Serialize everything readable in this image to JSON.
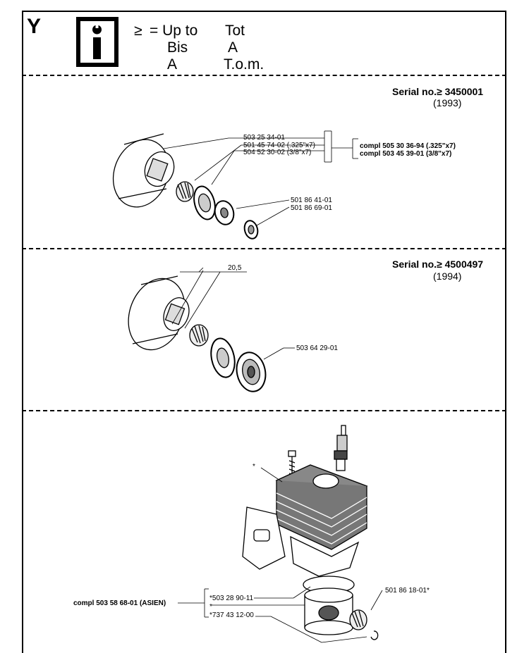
{
  "header": {
    "section_letter": "Y",
    "symbol": "≥",
    "info_icon": "info-icon",
    "legend_rows": [
      [
        "= Up to",
        "Tot"
      ],
      [
        "Bis",
        "A"
      ],
      [
        "A",
        "T.o.m."
      ]
    ]
  },
  "section1": {
    "serial_label": "Serial no.≥ 3450001",
    "year": "(1993)",
    "parts": [
      "503 25 34-01",
      "501 45 74-02 (.325\"x7)",
      "504 52 30-02 (3/8\"x7)",
      "501 86 41-01",
      "501 86 69-01"
    ],
    "compl": [
      "compl 505 30 36-94 (.325\"x7)",
      "compl 503 45 39-01 (3/8\"x7)"
    ]
  },
  "section2": {
    "serial_label": "Serial no.≥ 4500497",
    "year": "(1994)",
    "dimension": "20,5",
    "parts": [
      "503 64 29-01"
    ]
  },
  "section3": {
    "star": "*",
    "compl": "compl 503 58 68-01 (ASIEN)",
    "parts": [
      "*503 28 90-11",
      "*",
      "*737 43 12-00",
      "501 86 18-01*"
    ]
  }
}
